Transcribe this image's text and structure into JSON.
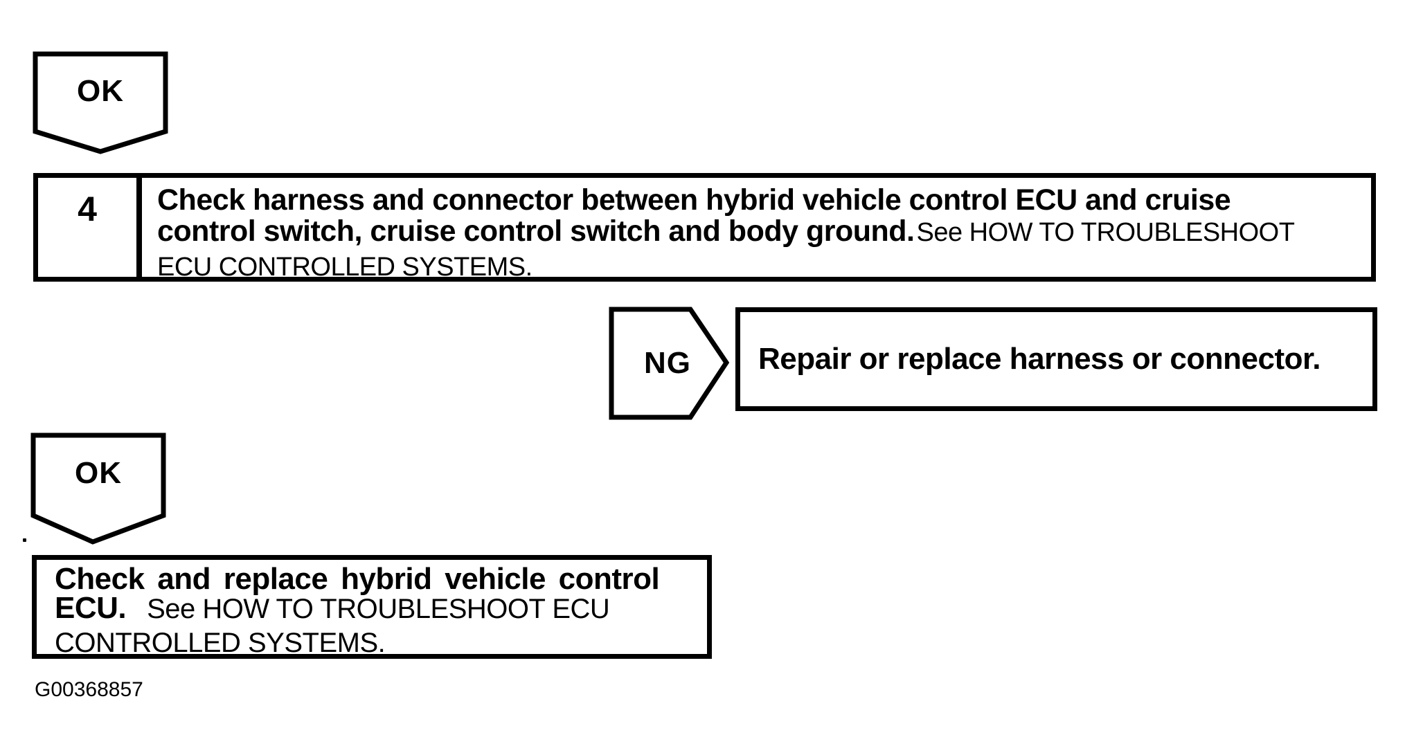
{
  "page": {
    "background": "#ffffff",
    "ink": "#000000"
  },
  "flowchart": {
    "ok_top": {
      "label": "OK"
    },
    "step4": {
      "number": "4",
      "line1_bold": "Check harness and connector between hybrid vehicle control ECU and cruise",
      "line2_bold": "control switch, cruise control switch and body ground.",
      "line2_regular": "See HOW TO TROUBLESHOOT",
      "line3_regular": "ECU CONTROLLED SYSTEMS."
    },
    "ng_branch": {
      "label": "NG",
      "action": "Repair or replace harness or connector."
    },
    "ok_bottom": {
      "label": "OK"
    },
    "final_step": {
      "line1_bold": "Check and replace hybrid vehicle control",
      "line2_bold": "ECU.",
      "line2_regular": "See HOW TO TROUBLESHOOT ECU",
      "line3_regular": "CONTROLLED SYSTEMS."
    },
    "figure_id": "G00368857"
  }
}
